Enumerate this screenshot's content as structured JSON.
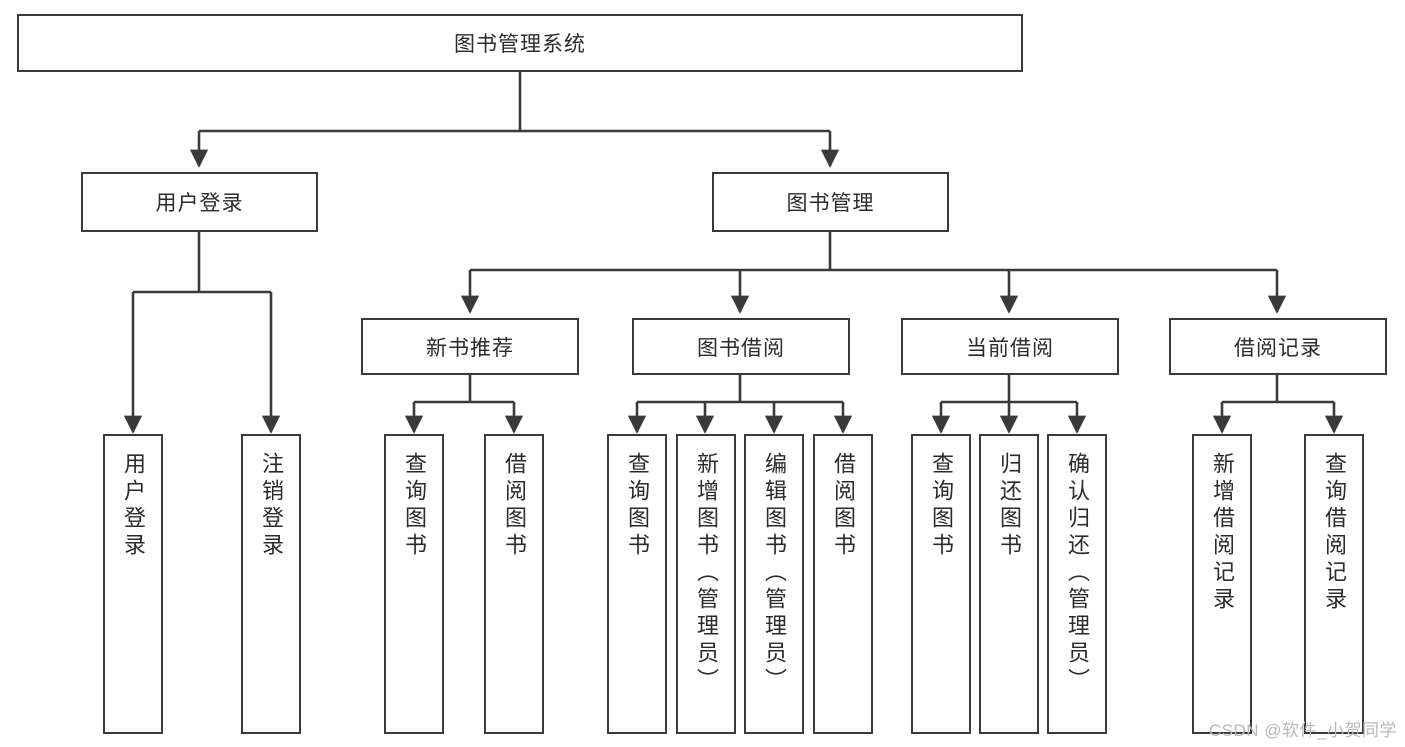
{
  "diagram": {
    "title": "图书管理系统",
    "type": "tree",
    "watermark": "CSDN @软件_小贺同学"
  },
  "nodes": {
    "root": {
      "label": "图书管理系统"
    },
    "level1": [
      {
        "id": "user-login",
        "label": "用户登录"
      },
      {
        "id": "book-manage",
        "label": "图书管理"
      }
    ],
    "level2": [
      {
        "id": "new-book-recommend",
        "label": "新书推荐"
      },
      {
        "id": "book-borrow",
        "label": "图书借阅"
      },
      {
        "id": "current-borrow",
        "label": "当前借阅"
      },
      {
        "id": "borrow-record",
        "label": "借阅记录"
      }
    ],
    "leaves": [
      {
        "id": "leaf-user-login",
        "label": "用户登录"
      },
      {
        "id": "leaf-logout",
        "label": "注销登录"
      },
      {
        "id": "leaf-query-book-1",
        "label": "查询图书"
      },
      {
        "id": "leaf-borrow-book-1",
        "label": "借阅图书"
      },
      {
        "id": "leaf-query-book-2",
        "label": "查询图书"
      },
      {
        "id": "leaf-add-book",
        "label": "新增图书（管理员）"
      },
      {
        "id": "leaf-edit-book",
        "label": "编辑图书（管理员）"
      },
      {
        "id": "leaf-borrow-book-2",
        "label": "借阅图书"
      },
      {
        "id": "leaf-query-book-3",
        "label": "查询图书"
      },
      {
        "id": "leaf-return-book",
        "label": "归还图书"
      },
      {
        "id": "leaf-confirm-return",
        "label": "确认归还（管理员）"
      },
      {
        "id": "leaf-add-record",
        "label": "新增借阅记录"
      },
      {
        "id": "leaf-query-record",
        "label": "查询借阅记录"
      }
    ]
  },
  "colors": {
    "stroke": "#3a3a3a",
    "text": "#2b2b2b",
    "background": "#ffffff",
    "watermark": "#b9b9b9"
  }
}
